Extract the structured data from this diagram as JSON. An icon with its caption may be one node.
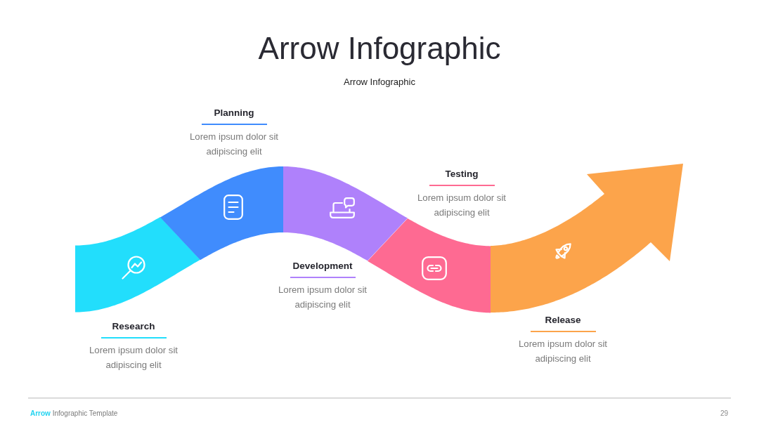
{
  "diagram": {
    "title": "Arrow Infographic",
    "nodes": [
      {
        "text": [],
        "shape": "band",
        "beside": [
          "Research",
          "Lorem ipsum dolor sit adipiscing elit"
        ]
      },
      {
        "text": [],
        "shape": "band",
        "beside": [
          "Planning",
          "Lorem ipsum dolor sit adipiscing elit"
        ]
      },
      {
        "text": [],
        "shape": "band",
        "beside": [
          "Development"
        ]
      },
      {
        "text": [],
        "shape": "band",
        "beside": [
          "Testing",
          "Lorem ipsum dolor sit adipiscing elit"
        ]
      },
      {
        "text": [],
        "shape": "arrow",
        "beside": [
          "Release",
          "Lorem ipsum dolor sit adipiscing elit"
        ]
      }
    ],
    "labels": [
      "Arrow Infographic",
      "Lorem ipsum dolor sit adipiscing elit",
      "**Arrow** Infographic Template",
      "29"
    ]
  }
}
